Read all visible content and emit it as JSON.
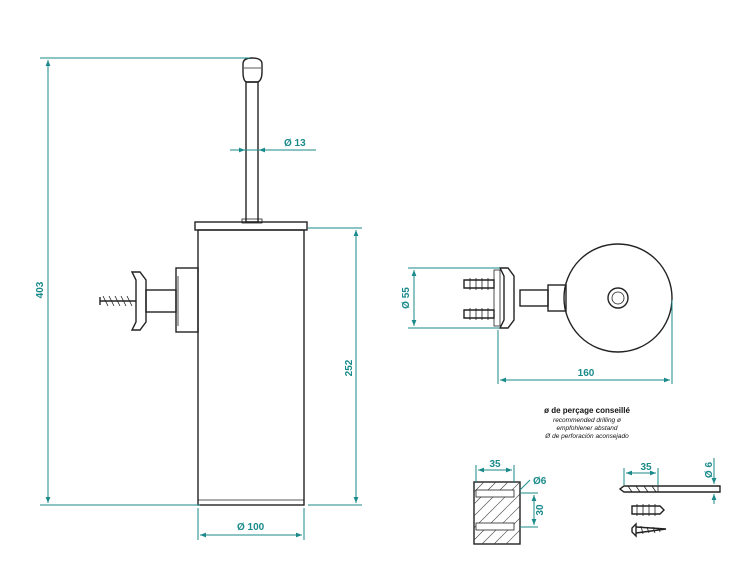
{
  "dimensions": {
    "total_height": "403",
    "handle_diameter": "Ø 13",
    "container_height": "252",
    "container_diameter": "Ø 100",
    "bracket_diameter": "Ø 55",
    "projection": "160",
    "plug_width": "35",
    "plug_drill": "Ø6",
    "plug_spacing": "30",
    "bit_length": "35",
    "bit_diameter": "Ø 6"
  },
  "drilling_note": {
    "title": "ø de perçage conseillé",
    "line_en": "recommended drilling ø",
    "line_de": "empfohlener abstand",
    "line_es": "Ø de perforación aconsejado"
  },
  "colors": {
    "dimension": "#1a8a8a",
    "outline": "#222222"
  }
}
